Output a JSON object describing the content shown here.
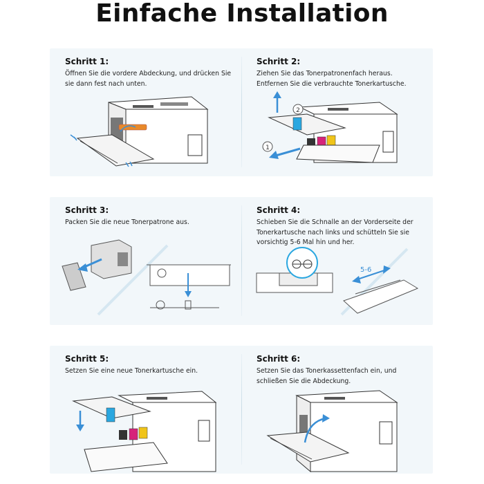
{
  "title": "Einfache Installation",
  "steps": [
    {
      "heading": "Schritt 1:",
      "text": "Öffnen Sie die vordere Abdeckung, und drücken Sie sie dann fest nach unten."
    },
    {
      "heading": "Schritt 2:",
      "text": "Ziehen Sie das Tonerpatronenfach heraus. Entfernen Sie die verbrauchte Tonerkartusche."
    },
    {
      "heading": "Schritt 3:",
      "text": "Packen Sie die neue Tonerpatrone aus."
    },
    {
      "heading": "Schritt 4:",
      "text": "Schieben Sie die Schnalle an der Vorderseite der Tonerkartusche nach links und schütteln Sie sie vorsichtig 5-6 Mal hin und her."
    },
    {
      "heading": "Schritt 5:",
      "text": "Setzen Sie eine neue Tonerkartusche ein."
    },
    {
      "heading": "Schritt 6:",
      "text": "Setzen Sie das Tonerkassettenfach ein, und schließen Sie die Abdeckung."
    }
  ],
  "labels": {
    "circle_1": "1",
    "circle_2": "2",
    "shake_count": "5-6"
  },
  "colors": {
    "accent_blue": "#3a8fd6",
    "orange": "#e8892a",
    "cyan": "#2aa7e0",
    "magenta": "#d6247a",
    "yellow": "#f0c419",
    "band": "#f2f7fa"
  },
  "icons": [
    "printer-illustration",
    "toner-cartridge-illustration",
    "arrow-icon"
  ]
}
